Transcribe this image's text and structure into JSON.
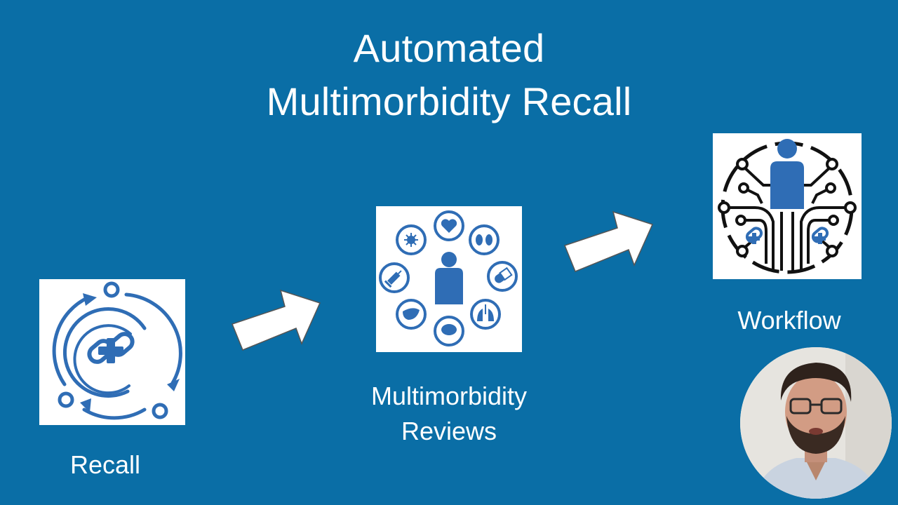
{
  "title": {
    "line1": "Automated",
    "line2": "Multimorbidity Recall"
  },
  "steps": [
    {
      "label": "Recall",
      "icon": "recall-cycle-icon"
    },
    {
      "label_line1": "Multimorbidity",
      "label_line2": "Reviews",
      "icon": "multimorbidity-reviews-icon"
    },
    {
      "label": "Workflow",
      "icon": "workflow-network-icon"
    }
  ],
  "colors": {
    "background": "#0a6ea6",
    "icon_blue": "#2f6db5",
    "white": "#ffffff"
  }
}
